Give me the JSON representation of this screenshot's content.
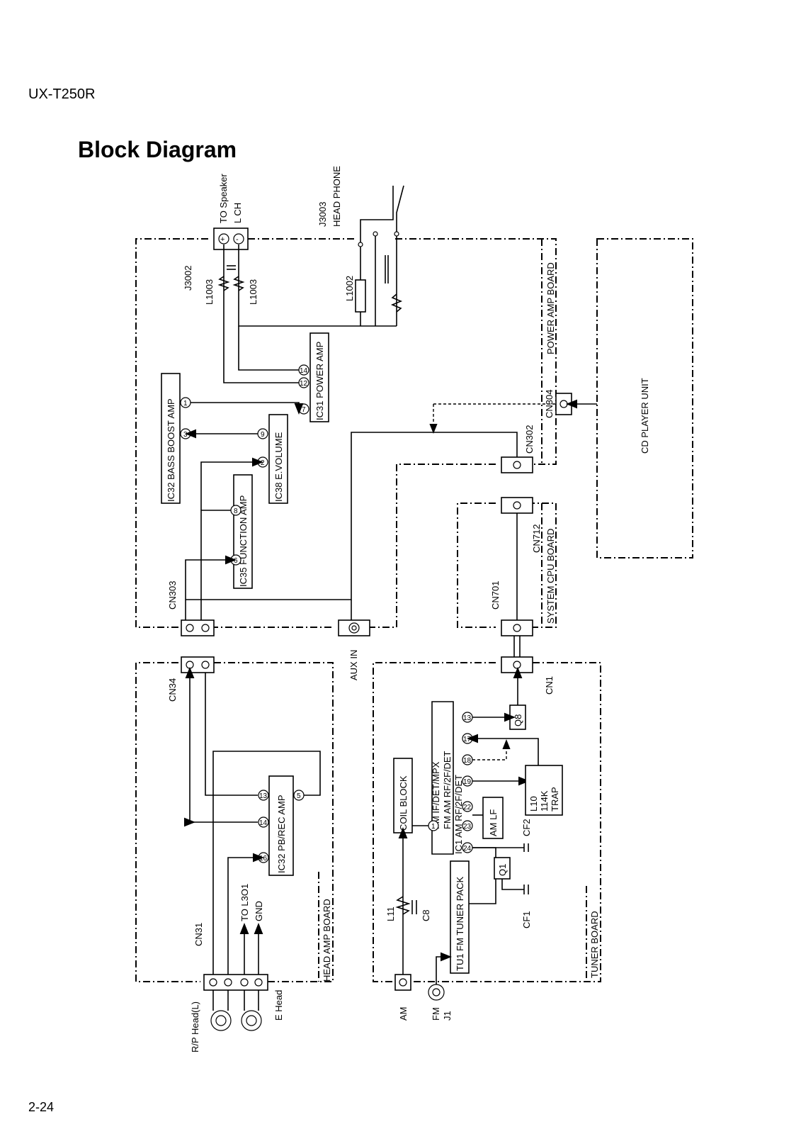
{
  "model": "UX-T250R",
  "title": "Block Diagram",
  "page_number": "2-24",
  "boards": {
    "power_amp": "POWER AMP BOARD",
    "system_cpu": "SYSTEM CPU BOARD",
    "head_amp": "HEAD AMP BOARD",
    "tuner": "TUNER BOARD",
    "cd_player": "CD PLAYER UNIT"
  },
  "ics": {
    "ic31": "IC31 POWER AMP",
    "ic32_bass": "IC32 BASS BOOST AMP",
    "ic38": "IC38 E.VOLUME",
    "ic35": "IC35 FUNCTION AMP",
    "ic32_pb": "IC32 PB/REC AMP",
    "ic1_line1": "FM IF/DET/MPX",
    "ic1_line2": "FM AM RF/2F/DET",
    "ic1_line3": "IC1 AM RF/2F/DET",
    "coil_block": "COIL BLOCK",
    "tu1": "TU1 FM TUNER PACK",
    "am_lf": "AM LF",
    "trap_1": "L10",
    "trap_2": "114K",
    "trap_3": "TRAP",
    "q1": "Q1",
    "q8": "Q8"
  },
  "connectors": {
    "j3002": "J3002",
    "j3003": "J3003",
    "head_phone": "HEAD PHONE",
    "to_speaker": "TO Speaker",
    "lch": "L CH",
    "cn304": "CN304",
    "cn302": "CN302",
    "cn712": "CN712",
    "cn701": "CN701",
    "cn303": "CN303",
    "cn34": "CN34",
    "cn31": "CN31",
    "cn1": "CN1",
    "aux_in": "AUX IN",
    "am": "AM",
    "fm": "FM",
    "j1": "J1",
    "rp_head": "R/P Head(L)",
    "e_head": "E Head",
    "to_l301": "TO L3O1",
    "gnd": "GND"
  },
  "components": {
    "l1003a": "L1003",
    "l1003b": "L1003",
    "l1002": "L1002",
    "l11": "L11",
    "c8": "C8",
    "cf1": "CF1",
    "cf2": "CF2"
  },
  "pins": {
    "ic31": [
      "7",
      "12",
      "14"
    ],
    "ic32_bass": [
      "1",
      "3"
    ],
    "ic38": [
      "9",
      "2"
    ],
    "ic35": [
      "8",
      "6"
    ],
    "ic32_pb": [
      "13",
      "14",
      "16",
      "5"
    ],
    "ic1": [
      "13",
      "17",
      "18",
      "19",
      "22",
      "23",
      "24",
      "1"
    ]
  }
}
